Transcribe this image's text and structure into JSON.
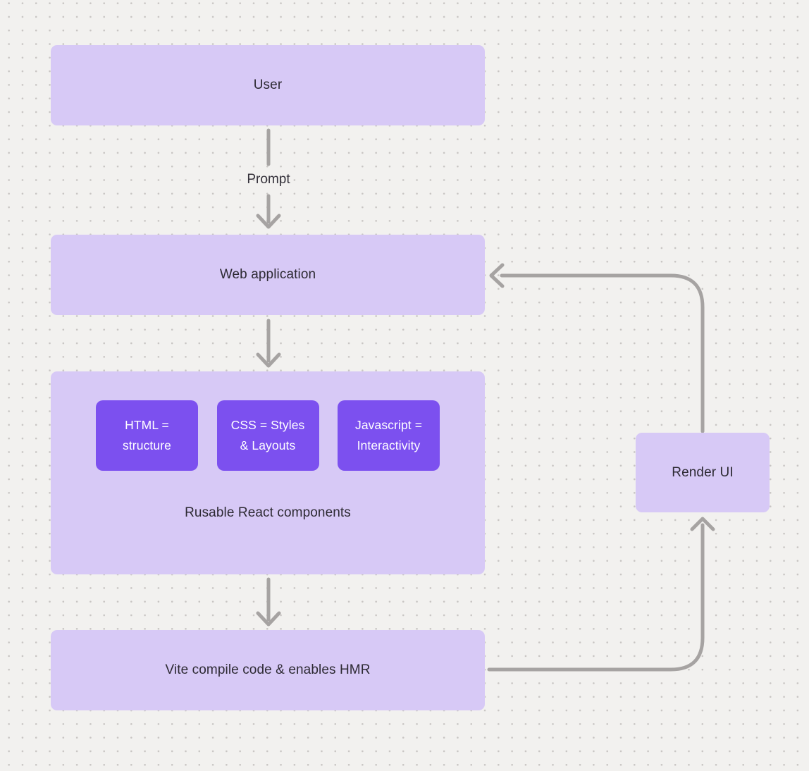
{
  "diagram": {
    "colors": {
      "background": "#f2f1ef",
      "dot_grid": "#c8c5c3",
      "node_light_purple": "#d7c9f6",
      "node_dark_purple": "#7c50ef",
      "arrow_gray": "#a6a3a2",
      "text_dark": "#2d2a33",
      "text_light": "#ffffff"
    },
    "nodes": {
      "user": {
        "label": "User"
      },
      "web_application": {
        "label": "Web application"
      },
      "components": {
        "chips": [
          {
            "line1": "HTML =",
            "line2": "structure"
          },
          {
            "line1": "CSS = Styles",
            "line2": "& Layouts"
          },
          {
            "line1": "Javascript =",
            "line2": "Interactivity"
          }
        ],
        "caption": "Rusable React components"
      },
      "vite": {
        "label": "Vite compile code & enables HMR"
      },
      "render_ui": {
        "label": "Render UI"
      }
    },
    "edge_labels": {
      "prompt": "Prompt"
    }
  }
}
